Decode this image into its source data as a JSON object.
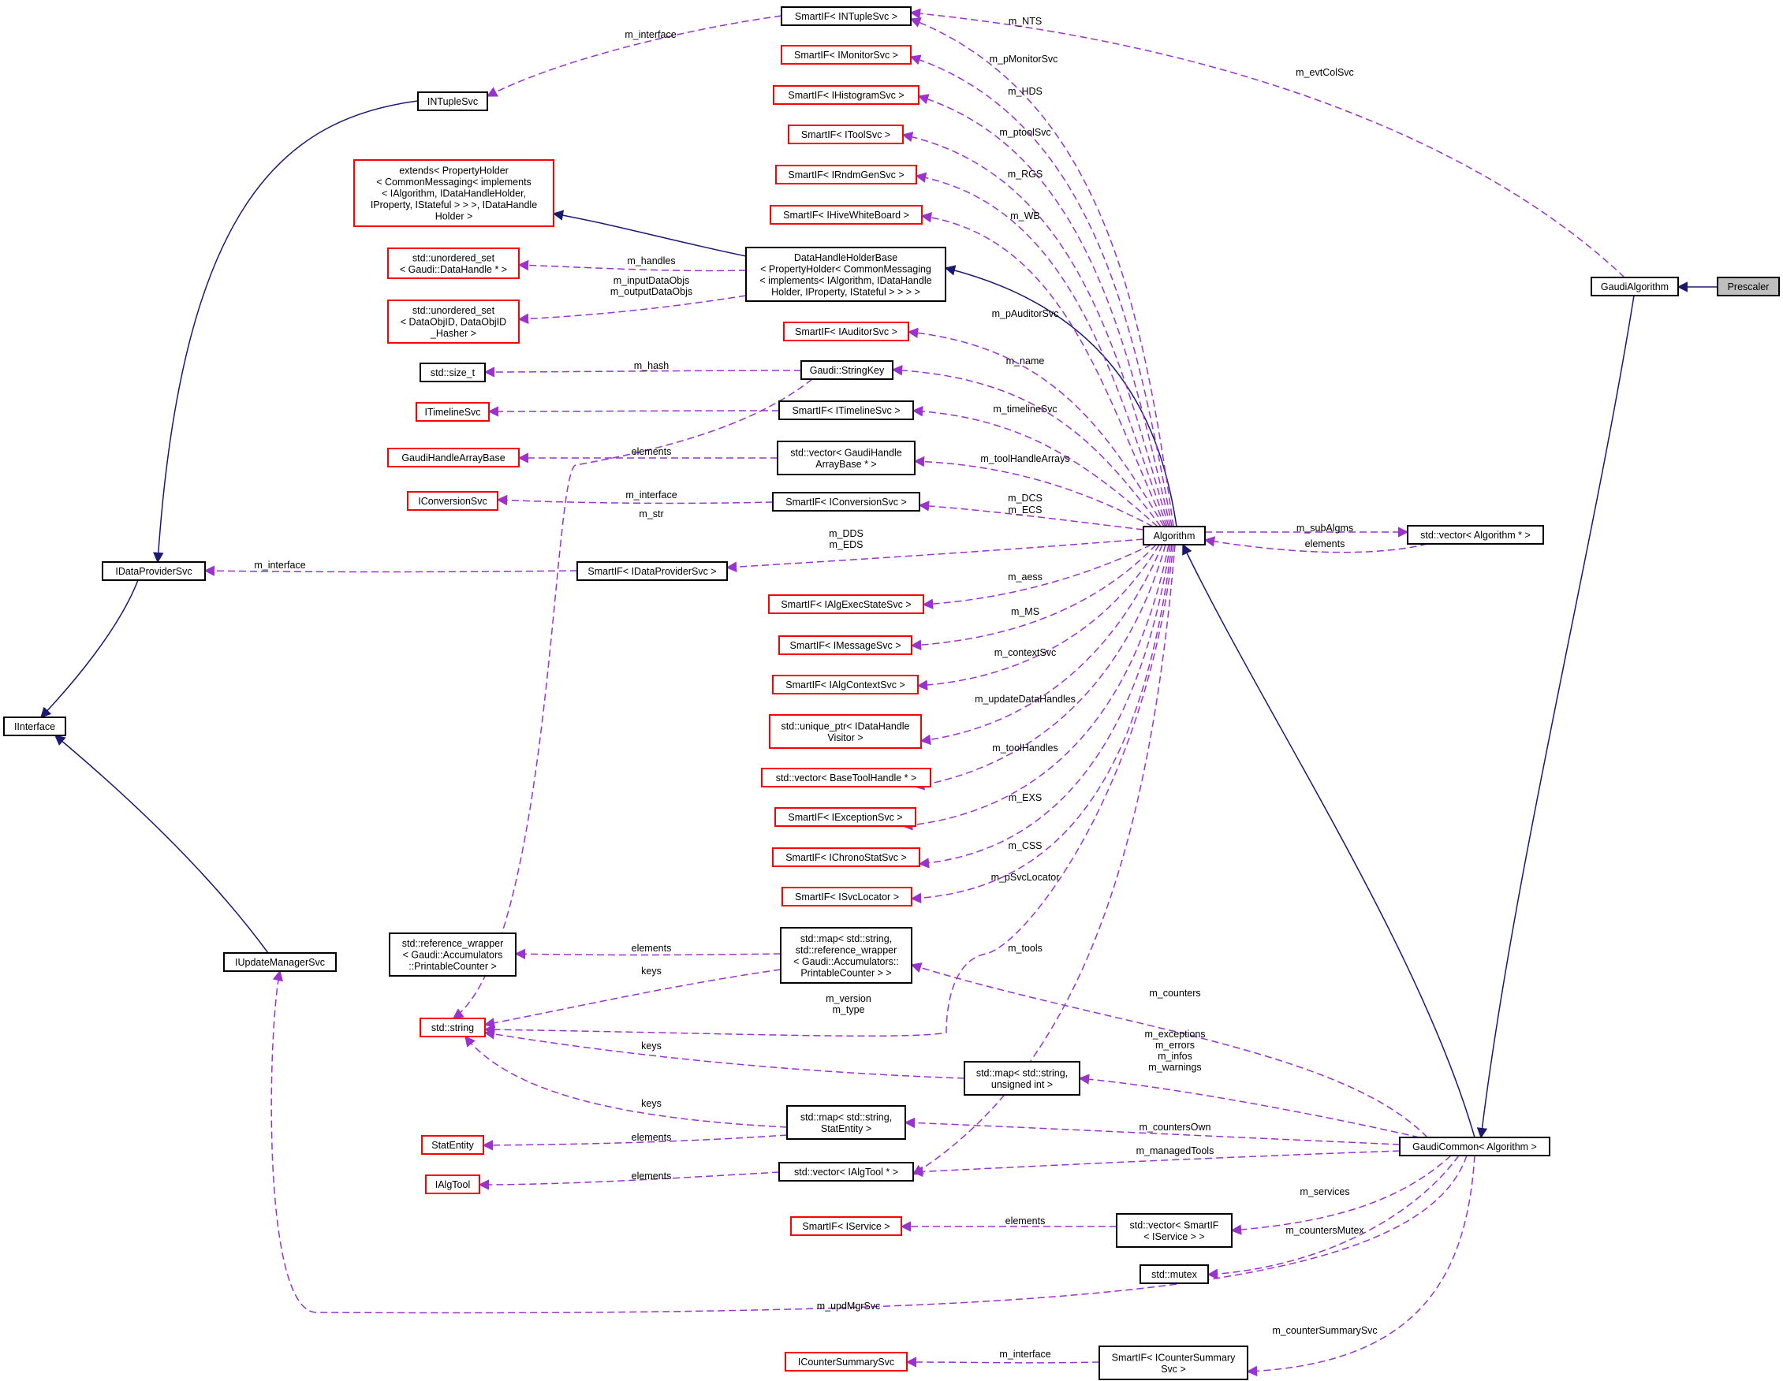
{
  "nodes": {
    "INTupleSvcSmart": {
      "kind": "red_or_black",
      "style": "black",
      "lines": [
        "SmartIF< INTupleSvc >"
      ]
    },
    "IMonitorSvc": {
      "style": "red",
      "lines": [
        "SmartIF< IMonitorSvc >"
      ]
    },
    "IHistogramSvc": {
      "style": "red",
      "lines": [
        "SmartIF< IHistogramSvc >"
      ]
    },
    "IToolSvc": {
      "style": "red",
      "lines": [
        "SmartIF< IToolSvc >"
      ]
    },
    "IRndmGenSvc": {
      "style": "red",
      "lines": [
        "SmartIF< IRndmGenSvc >"
      ]
    },
    "IHiveWhiteBoard": {
      "style": "red",
      "lines": [
        "SmartIF< IHiveWhiteBoard >"
      ]
    },
    "DataHandleHolderBase": {
      "style": "black",
      "lines": [
        "DataHandleHolderBase",
        "< PropertyHolder< CommonMessaging",
        "< implements< IAlgorithm, IDataHandle",
        "Holder, IProperty, IStateful > > > >"
      ]
    },
    "IAuditorSvc": {
      "style": "red",
      "lines": [
        "SmartIF< IAuditorSvc >"
      ]
    },
    "StringKey": {
      "style": "black",
      "lines": [
        "Gaudi::StringKey"
      ]
    },
    "ITimelineSvcSmart": {
      "style": "black",
      "lines": [
        "SmartIF< ITimelineSvc >"
      ]
    },
    "VecGaudiHandleArray": {
      "style": "black",
      "lines": [
        "std::vector< GaudiHandle",
        "ArrayBase * >"
      ]
    },
    "IConversionSvcSmart": {
      "style": "black",
      "lines": [
        "SmartIF< IConversionSvc >"
      ]
    },
    "IDataProviderSvcSmart": {
      "style": "black",
      "lines": [
        "SmartIF< IDataProviderSvc >"
      ]
    },
    "IAlgExecStateSvc": {
      "style": "red",
      "lines": [
        "SmartIF< IAlgExecStateSvc >"
      ]
    },
    "IMessageSvc": {
      "style": "red",
      "lines": [
        "SmartIF< IMessageSvc >"
      ]
    },
    "IAlgContextSvc": {
      "style": "red",
      "lines": [
        "SmartIF< IAlgContextSvc >"
      ]
    },
    "UniquePtrVisitor": {
      "style": "red",
      "lines": [
        "std::unique_ptr< IDataHandle",
        "Visitor >"
      ]
    },
    "VecBaseToolHandle": {
      "style": "red",
      "lines": [
        "std::vector< BaseToolHandle * >"
      ]
    },
    "IExceptionSvc": {
      "style": "red",
      "lines": [
        "SmartIF< IExceptionSvc >"
      ]
    },
    "IChronoStatSvc": {
      "style": "red",
      "lines": [
        "SmartIF< IChronoStatSvc >"
      ]
    },
    "ISvcLocator": {
      "style": "red",
      "lines": [
        "SmartIF< ISvcLocator >"
      ]
    },
    "MapPrintableCounter": {
      "style": "black",
      "lines": [
        "std::map< std::string,",
        "std::reference_wrapper",
        "< Gaudi::Accumulators::",
        "PrintableCounter > >"
      ]
    },
    "MapUnsigned": {
      "style": "black",
      "lines": [
        "std::map< std::string,",
        "unsigned int >"
      ]
    },
    "MapStatEntity": {
      "style": "black",
      "lines": [
        "std::map< std::string,",
        "StatEntity >"
      ]
    },
    "VecIAlgTool": {
      "style": "black",
      "lines": [
        "std::vector< IAlgTool * >"
      ]
    },
    "VecSmartIService": {
      "style": "black",
      "lines": [
        "std::vector< SmartIF",
        "< IService > >"
      ]
    },
    "Mutex": {
      "style": "black",
      "lines": [
        "std::mutex"
      ]
    },
    "ICounterSummarySvcSmart": {
      "style": "black",
      "lines": [
        "SmartIF< ICounterSummary",
        "Svc >"
      ]
    },
    "INTupleSvc": {
      "style": "black",
      "lines": [
        "INTupleSvc"
      ]
    },
    "Extends": {
      "style": "red",
      "lines": [
        "extends< PropertyHolder",
        "< CommonMessaging< implements",
        "< IAlgorithm, IDataHandleHolder,",
        "IProperty, IStateful > > >, IDataHandle",
        "Holder >"
      ]
    },
    "UnorderedSetHandle": {
      "style": "red",
      "lines": [
        "std::unordered_set",
        "< Gaudi::DataHandle * >"
      ]
    },
    "UnorderedSetObjID": {
      "style": "red",
      "lines": [
        "std::unordered_set",
        "< DataObjID, DataObjID",
        "_Hasher >"
      ]
    },
    "SizeT": {
      "style": "black",
      "lines": [
        "std::size_t"
      ]
    },
    "ITimelineSvc": {
      "style": "red",
      "lines": [
        "ITimelineSvc"
      ]
    },
    "GaudiHandleArrayBase": {
      "style": "red",
      "lines": [
        "GaudiHandleArrayBase"
      ]
    },
    "IConversionSvc": {
      "style": "red",
      "lines": [
        "IConversionSvc"
      ]
    },
    "IDataProviderSvc": {
      "style": "black",
      "lines": [
        "IDataProviderSvc"
      ]
    },
    "IInterface": {
      "style": "black",
      "lines": [
        "IInterface"
      ]
    },
    "IUpdateManagerSvc": {
      "style": "black",
      "lines": [
        "IUpdateManagerSvc"
      ]
    },
    "RefWrapper": {
      "style": "black",
      "lines": [
        "std::reference_wrapper",
        "< Gaudi::Accumulators",
        "::PrintableCounter >"
      ]
    },
    "StdString": {
      "style": "red",
      "lines": [
        "std::string"
      ]
    },
    "StatEntity": {
      "style": "red",
      "lines": [
        "StatEntity"
      ]
    },
    "IAlgTool": {
      "style": "red",
      "lines": [
        "IAlgTool"
      ]
    },
    "IServiceSmart": {
      "style": "red",
      "lines": [
        "SmartIF< IService >"
      ]
    },
    "ICounterSummarySvc": {
      "style": "red",
      "lines": [
        "ICounterSummarySvc"
      ]
    },
    "Algorithm": {
      "style": "black",
      "lines": [
        "Algorithm"
      ]
    },
    "VecAlgorithm": {
      "style": "black",
      "lines": [
        "std::vector< Algorithm * >"
      ]
    },
    "GaudiCommon": {
      "style": "black",
      "lines": [
        "GaudiCommon< Algorithm >"
      ]
    },
    "GaudiAlgorithm": {
      "style": "black",
      "lines": [
        "GaudiAlgorithm"
      ]
    },
    "Prescaler": {
      "style": "grey",
      "lines": [
        "Prescaler"
      ]
    }
  },
  "edge_labels": {
    "m_interface": "m_interface",
    "m_NTS": "m_NTS",
    "m_evtColSvc": "m_evtColSvc",
    "m_pMonitorSvc": "m_pMonitorSvc",
    "m_HDS": "m_HDS",
    "m_ptoolSvc": "m_ptoolSvc",
    "m_RGS": "m_RGS",
    "m_WB": "m_WB",
    "m_handles": "m_handles",
    "m_inputDataObjs": "m_inputDataObjs",
    "m_outputDataObjs": "m_outputDataObjs",
    "m_pAuditorSvc": "m_pAuditorSvc",
    "m_hash": "m_hash",
    "m_name": "m_name",
    "m_timelineSvc": "m_timelineSvc",
    "elements": "elements",
    "m_toolHandleArrays": "m_toolHandleArrays",
    "m_DCS": "m_DCS",
    "m_ECS": "m_ECS",
    "m_str": "m_str",
    "m_DDS": "m_DDS",
    "m_EDS": "m_EDS",
    "m_subAlgms": "m_subAlgms",
    "m_aess": "m_aess",
    "m_MS": "m_MS",
    "m_contextSvc": "m_contextSvc",
    "m_updateDataHandles": "m_updateDataHandles",
    "m_toolHandles": "m_toolHandles",
    "m_EXS": "m_EXS",
    "m_CSS": "m_CSS",
    "m_pSvcLocator": "m_pSvcLocator",
    "m_tools": "m_tools",
    "keys": "keys",
    "m_version": "m_version",
    "m_type": "m_type",
    "m_counters": "m_counters",
    "m_exceptions": "m_exceptions",
    "m_errors": "m_errors",
    "m_infos": "m_infos",
    "m_warnings": "m_warnings",
    "m_countersOwn": "m_countersOwn",
    "m_managedTools": "m_managedTools",
    "m_services": "m_services",
    "m_countersMutex": "m_countersMutex",
    "m_updMgrSvc": "m_updMgrSvc",
    "m_counterSummarySvc": "m_counterSummarySvc"
  },
  "colors": {
    "inheritance_edge": "#191970",
    "usage_edge": "#9a32cd",
    "documented_border": "#000000",
    "undocumented_border": "#ff0000",
    "current_class_fill": "#bfbfbf"
  }
}
